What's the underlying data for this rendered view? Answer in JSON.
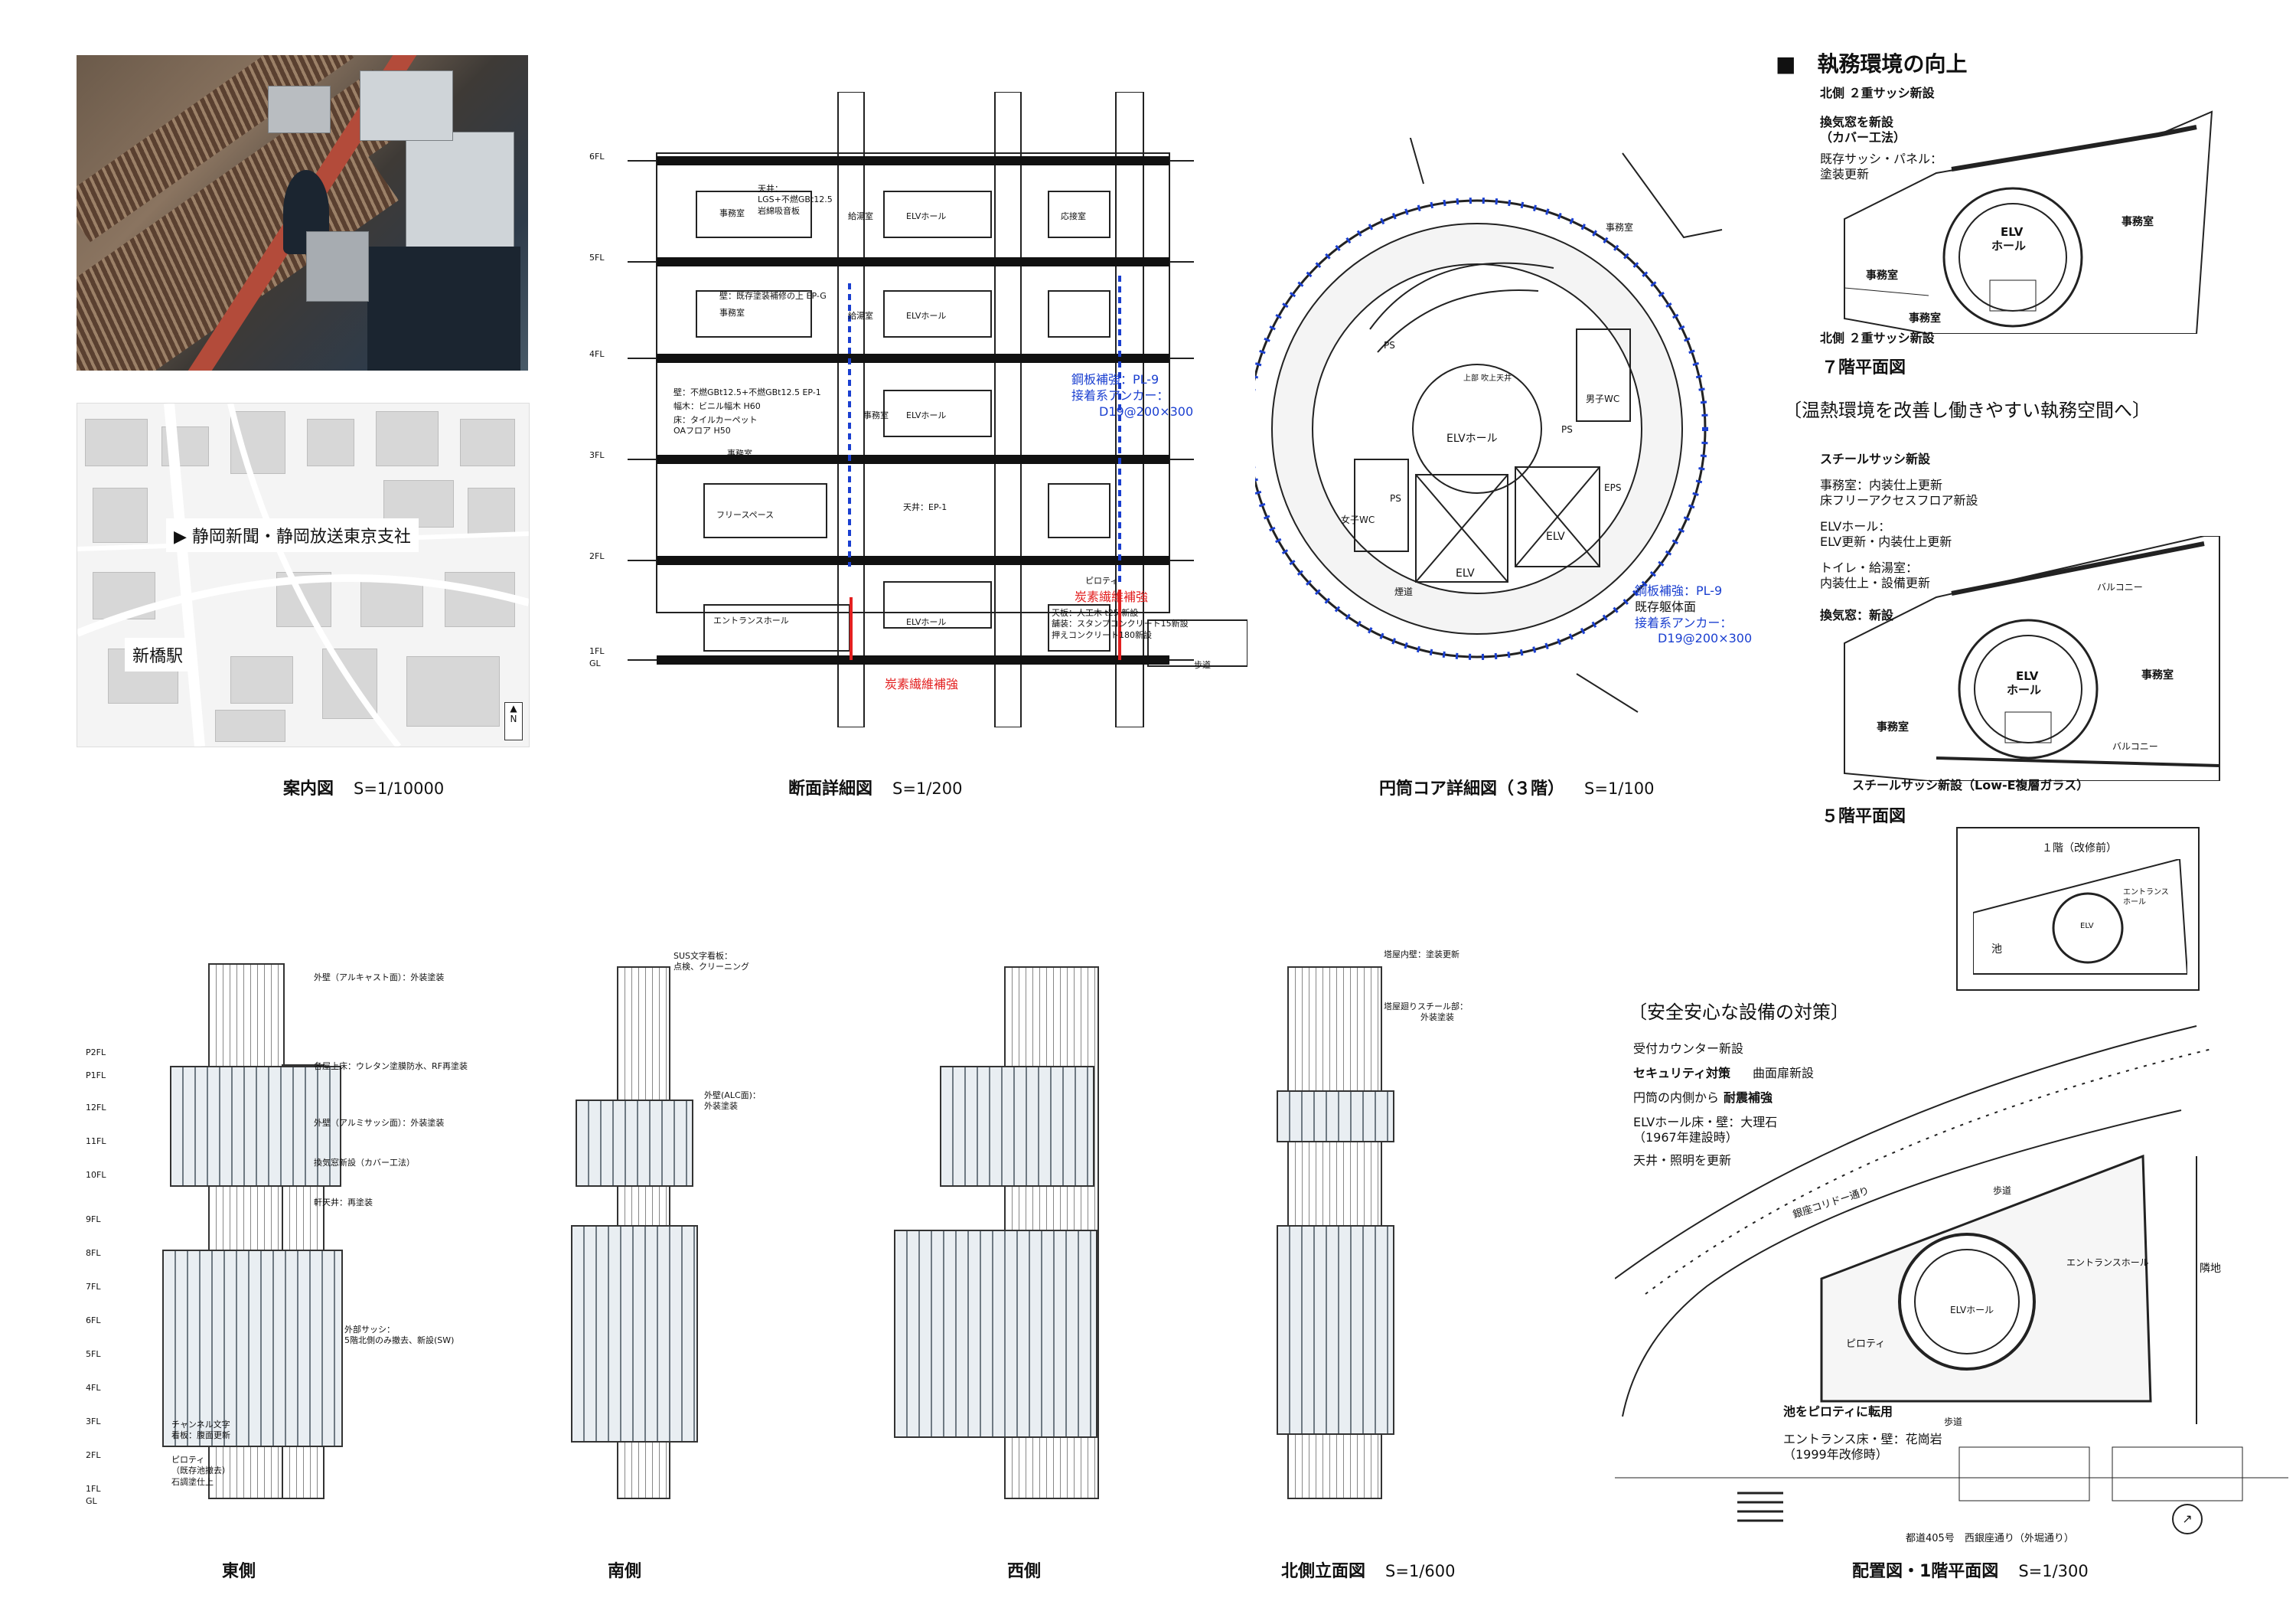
{
  "captions": {
    "guide": "案内図",
    "guide_scale": "S=1/10000",
    "section": "断面詳細図",
    "section_scale": "S=1/200",
    "core": "円筒コア詳細図（３階）",
    "core_scale": "S=1/100",
    "east": "東側",
    "south": "南側",
    "west": "西側",
    "north": "北側立面図",
    "north_scale": "S=1/600",
    "site": "配置図・1階平面図",
    "site_scale": "S=1/300"
  },
  "map": {
    "target_label": "静岡新聞・静岡放送東京支社",
    "station_label": "新橋駅",
    "north": "N"
  },
  "work_env": {
    "heading": "■　執務環境の向上",
    "subheading": "〔温熱環境を改善し働きやすい執務空間へ〕",
    "f7_title": "７階平面図",
    "f5_title": "５階平面図",
    "f7_notes": [
      "北側 ２重サッシ新設",
      "換気窓を新設",
      "（カバー工法）",
      "既存サッシ・パネル：",
      "塗装更新",
      "北側 ２重サッシ新設"
    ],
    "f7_rooms": [
      "ELV",
      "ホール",
      "事務室",
      "事務室",
      "事務室"
    ],
    "f5_notes": [
      "スチールサッシ新設",
      "事務室：内装仕上更新",
      "床フリーアクセスフロア新設",
      "ELVホール：",
      "ELV更新・内装仕上更新",
      "トイレ・給湯室：",
      "内装仕上・設備更新",
      "換気窓：新設",
      "スチールサッシ新設（Low-E複層ガラス）"
    ],
    "f5_rooms": [
      "ELV",
      "ホール",
      "事務室",
      "事務室",
      "バルコニー",
      "バルコニー"
    ]
  },
  "safety": {
    "subheading": "〔安全安心な設備の対策〕",
    "inset_label": "１階（改修前）",
    "inset_rooms": [
      "池",
      "エントランスホール",
      "ELV"
    ],
    "notes": [
      "受付カウンター新設",
      "セキュリティ対策",
      "曲面扉新設",
      "円筒の内側から",
      "耐震補強",
      "ELVホール床・壁：大理石",
      "（1967年建設時）",
      "天井・照明を更新",
      "池をピロティに転用",
      "エントランス床・壁：花崗岩",
      "（1999年改修時）"
    ],
    "site_labels": [
      "銀座コリドー通り",
      "歩道",
      "エントランスホール",
      "隣地",
      "ELVホール",
      "ピロティ",
      "歩道",
      "都道405号　西銀座通り（外堀通り）"
    ]
  },
  "section": {
    "floors": [
      "6FL",
      "5FL",
      "4FL",
      "3FL",
      "2FL",
      "1FL",
      "GL"
    ],
    "rooms": [
      "事務室",
      "事務室",
      "事務室",
      "フリースペース",
      "エントランスホール",
      "ELVホール",
      "ELVホール",
      "ELVホール",
      "ELVホール",
      "給湯室",
      "給湯室",
      "応接室",
      "事務室"
    ],
    "notes_blue": [
      "鋼板補強：PL-9",
      "接着系アンカー：",
      "D19@200×300"
    ],
    "notes_red": [
      "炭素繊維補強",
      "炭素繊維補強"
    ],
    "notes": [
      "天井：",
      "LGS+不燃GBt12.5",
      "岩綿吸音板",
      "壁：既存塗装補修の上 EP-G",
      "壁：不燃GBt12.5+不燃GBt12.5 EP-1",
      "幅木：ビニル幅木 H60",
      "床：タイルカーペット",
      "OAフロア H50",
      "天井：EP-1",
      "ピロティ",
      "天板：人工木 t25 新設",
      "舗装：スタンプコンクリート15新設",
      "押えコンクリート180新設",
      "歩道"
    ]
  },
  "core": {
    "labels": [
      "ELVホール",
      "ELV",
      "ELV",
      "PS",
      "PS",
      "PS",
      "EPS",
      "女子WC",
      "男子WC",
      "煙道",
      "事務室",
      "上部 吹上天井"
    ],
    "notes_blue": [
      "鋼板補強：PL-9",
      "接着系アンカー：",
      "D19@200×300"
    ],
    "note_black": "既存躯体面"
  },
  "elevations": {
    "floors": [
      "P2FL",
      "P1FL",
      "12FL",
      "11FL",
      "10FL",
      "9FL",
      "8FL",
      "7FL",
      "6FL",
      "5FL",
      "4FL",
      "3FL",
      "2FL",
      "1FL",
      "GL"
    ],
    "east_notes": [
      "外壁（アルキャスト面）：外装塗装",
      "各屋上床：ウレタン塗膜防水、RF再塗装",
      "外壁（アルミサッシ面）：外装塗装",
      "換気窓新設（カバー工法）",
      "軒天井：再塗装",
      "外部サッシ：",
      "5階北側のみ撤去、新設(SW)",
      "チャンネル文字",
      "看板：腹面更新",
      "ピロティ",
      "（既存池撤去）",
      "石調塗仕上"
    ],
    "south_notes": [
      "SUS文字看板：",
      "点検、クリーニング",
      "外壁(ALC面)：",
      "外装塗装"
    ],
    "north_notes": [
      "塔屋内壁：塗装更新",
      "塔屋廻りスチール部：",
      "外装塗装"
    ]
  }
}
